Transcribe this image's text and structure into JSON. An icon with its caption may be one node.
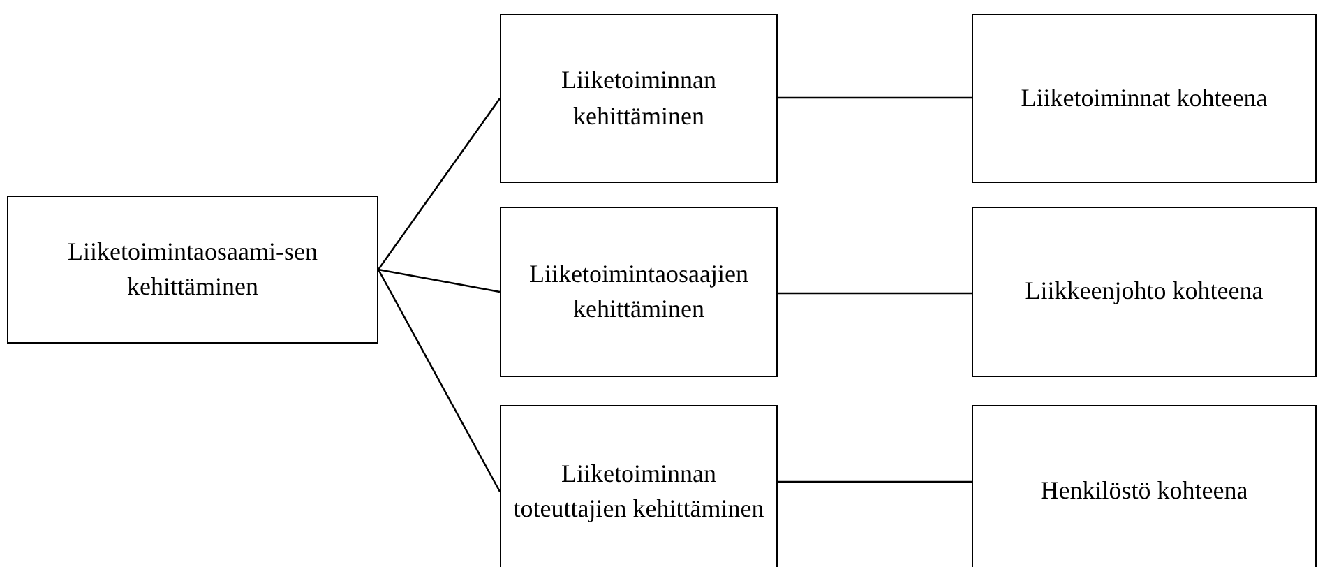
{
  "diagram": {
    "nodes": [
      {
        "text": [
          "Liiketoimintaosaami-sen kehittäminen"
        ]
      },
      {
        "text": [
          "Liiketoiminnan kehittäminen"
        ]
      },
      {
        "text": [
          "Liiketoimintaosaajien kehittäminen"
        ]
      },
      {
        "text": [
          "Liiketoiminnan toteuttajien kehittäminen"
        ]
      },
      {
        "text": [
          "Liiketoiminnat kohteena"
        ]
      },
      {
        "text": [
          "Liikkeenjohto kohteena"
        ]
      },
      {
        "text": [
          "Henkilöstö kohteena"
        ]
      }
    ],
    "edges": [
      {
        "from": 0,
        "to": 1,
        "arrow": "none"
      },
      {
        "from": 0,
        "to": 2,
        "arrow": "none"
      },
      {
        "from": 0,
        "to": 3,
        "arrow": "none"
      },
      {
        "from": 1,
        "to": 4,
        "arrow": "none"
      },
      {
        "from": 2,
        "to": 5,
        "arrow": "none"
      },
      {
        "from": 3,
        "to": 6,
        "arrow": "none"
      }
    ]
  }
}
